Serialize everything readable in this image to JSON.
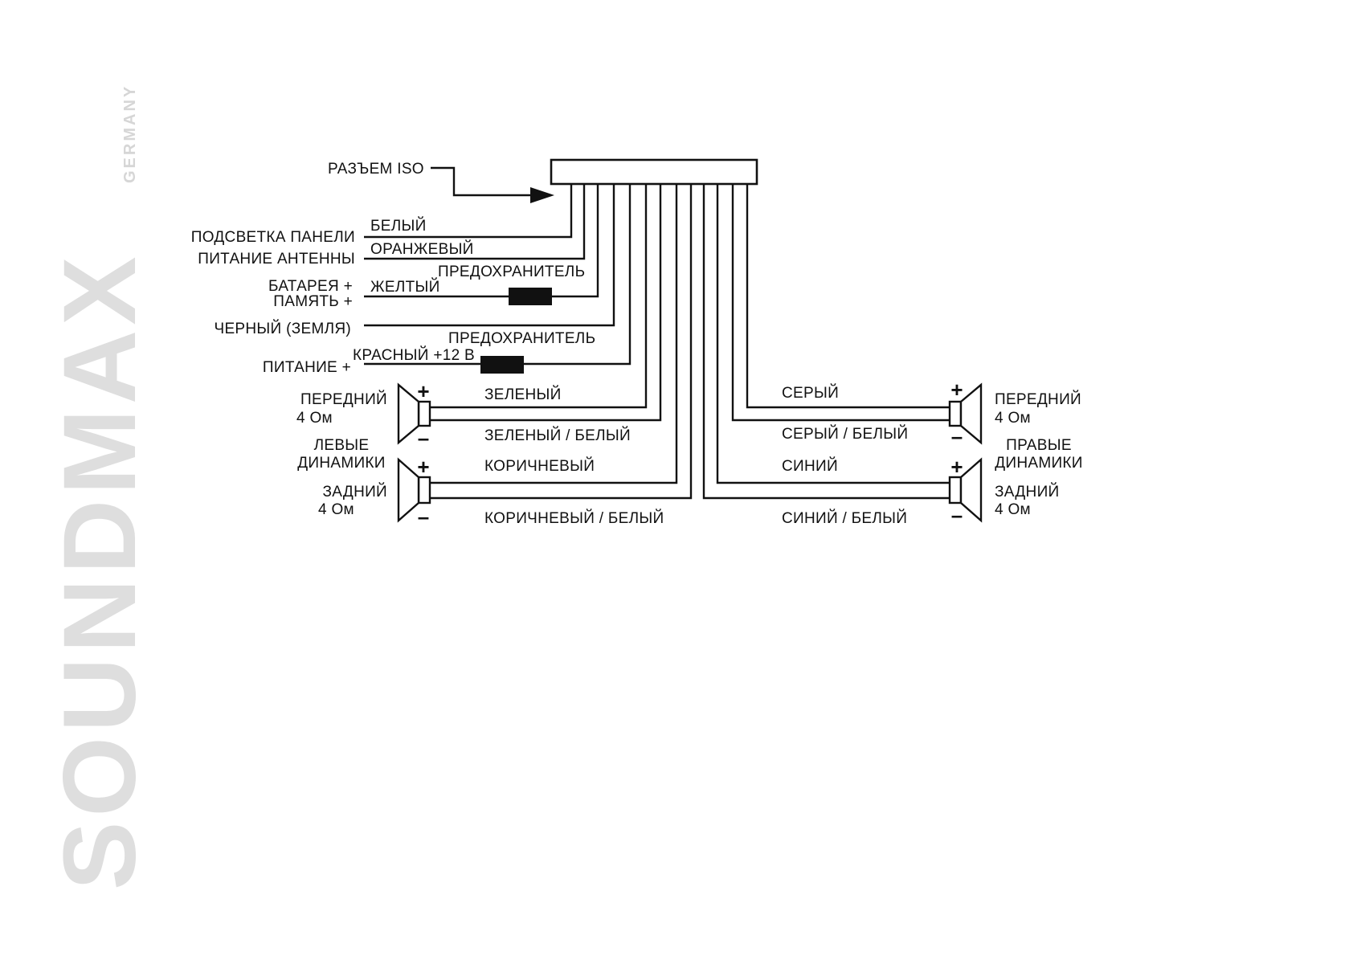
{
  "brand": {
    "name": "SOUNDMAX",
    "sub": "GERMANY"
  },
  "connector_label": "РАЗЪЕМ ISO",
  "left_functions": {
    "illumination": "ПОДСВЕТКА ПАНЕЛИ",
    "antenna": "ПИТАНИЕ АНТЕННЫ",
    "battery": "БАТАРЕЯ +",
    "memory": "ПАМЯТЬ +",
    "ground": "ЧЕРНЫЙ (ЗЕМЛЯ)",
    "power": "ПИТАНИЕ +"
  },
  "wire_colors": {
    "white": "БЕЛЫЙ",
    "orange": "ОРАНЖЕВЫЙ",
    "yellow": "ЖЕЛТЫЙ",
    "red": "КРАСНЫЙ +12 В",
    "green": "ЗЕЛЕНЫЙ",
    "green_white": "ЗЕЛЕНЫЙ / БЕЛЫЙ",
    "brown": "КОРИЧНЕВЫЙ",
    "brown_white": "КОРИЧНЕВЫЙ / БЕЛЫЙ",
    "gray": "СЕРЫЙ",
    "gray_white": "СЕРЫЙ / БЕЛЫЙ",
    "blue": "СИНИЙ",
    "blue_white": "СИНИЙ / БЕЛЫЙ"
  },
  "fuse_label": "ПРЕДОХРАНИТЕЛЬ",
  "left_speakers": {
    "front": "ПЕРЕДНИЙ",
    "front_ohm": "4 Ом",
    "group_line1": "ЛЕВЫЕ",
    "group_line2": "ДИНАМИКИ",
    "rear": "ЗАДНИЙ",
    "rear_ohm": "4 Ом"
  },
  "right_speakers": {
    "front": "ПЕРЕДНИЙ",
    "front_ohm": "4 Ом",
    "group_line1": "ПРАВЫЕ",
    "group_line2": "ДИНАМИКИ",
    "rear": "ЗАДНИЙ",
    "rear_ohm": "4 Ом"
  },
  "polarity": {
    "plus": "+",
    "minus": "–"
  }
}
